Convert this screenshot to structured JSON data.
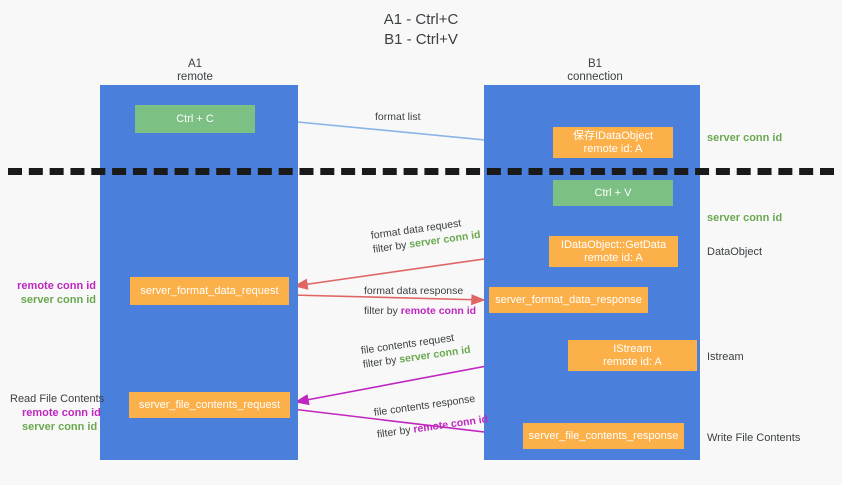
{
  "title": {
    "line1": "A1 - Ctrl+C",
    "line2": "B1 - Ctrl+V"
  },
  "lanes": [
    {
      "id": "a1",
      "name": "A1",
      "sub": "remote",
      "color": "#4a80dc"
    },
    {
      "id": "b1",
      "name": "B1",
      "sub": "connection",
      "color": "#4a80dc"
    }
  ],
  "colors": {
    "lane_blue": "#4a80dc",
    "node_green": "#7cc183",
    "node_orange": "#fbb04a",
    "server_conn_green": "#6aa84f",
    "remote_conn_purple": "#c026c0",
    "arrow_light_blue": "#8ab4e8",
    "arrow_red": "#e06666",
    "arrow_magenta": "#c026c0",
    "arrow_black": "#1a1a1a",
    "page_background": "#f8f8f8",
    "text_dark": "#3c4043"
  },
  "nodes": {
    "ctrl_c": {
      "label": "Ctrl + C",
      "color": "green",
      "lane": "a1"
    },
    "save_idataobject": {
      "label_line1": "保存IDataObject",
      "label_line2": "remote id: A",
      "color": "orange",
      "lane": "b1"
    },
    "ctrl_v": {
      "label": "Ctrl + V",
      "color": "green",
      "lane": "b1"
    },
    "getdata": {
      "label_line1": "IDataObject::GetData",
      "label_line2": "remote id: A",
      "color": "orange",
      "lane": "b1"
    },
    "format_data_request": {
      "label": "server_format_data_request",
      "color": "orange",
      "lane": "a1"
    },
    "format_data_response": {
      "label": "server_format_data_response",
      "color": "orange",
      "lane": "b1"
    },
    "istream": {
      "label_line1": "IStream",
      "label_line2": "remote id: A",
      "color": "orange",
      "lane": "b1"
    },
    "file_contents_request": {
      "label": "server_file_contents_request",
      "color": "orange",
      "lane": "a1"
    },
    "file_contents_response": {
      "label": "server_file_contents_response",
      "color": "orange",
      "lane": "b1"
    }
  },
  "edges": [
    {
      "id": "format-list",
      "label": "format list",
      "color": "#8ab4e8",
      "from": "ctrl_c",
      "to": "save_idataobject"
    },
    {
      "id": "format-data-request",
      "label_line1": "format data request",
      "label_prefix": "filter by ",
      "label_key": "server conn id",
      "key_color": "#6aa84f",
      "color": "#e06666",
      "from": "getdata",
      "to": "format_data_request"
    },
    {
      "id": "format-data-response",
      "label_line1": "format data response",
      "label_prefix": "filter by ",
      "label_key": "remote conn id",
      "key_color": "#c026c0",
      "color": "#e06666",
      "from": "format_data_request",
      "to": "format_data_response"
    },
    {
      "id": "file-contents-request",
      "label_line1": "file contents request",
      "label_prefix": "filter by ",
      "label_key": "server conn id",
      "key_color": "#6aa84f",
      "color": "#c026c0",
      "from": "istream",
      "to": "file_contents_request"
    },
    {
      "id": "file-contents-response",
      "label_line1": "file contents response",
      "label_prefix": "filter by ",
      "label_key": "remote conn id",
      "key_color": "#c026c0",
      "color": "#c026c0",
      "from": "file_contents_request",
      "to": "file_contents_response"
    },
    {
      "id": "ctrlv-to-getdata",
      "label": "",
      "color": "#1a1a1a",
      "from": "ctrl_v",
      "to": "getdata"
    },
    {
      "id": "getdata-to-istream",
      "label": "",
      "color": "#1a1a1a",
      "from": "getdata",
      "to": "istream"
    }
  ],
  "right_labels": [
    {
      "id": "server-conn-id-1",
      "text": "server conn id",
      "style": "green"
    },
    {
      "id": "server-conn-id-2",
      "text": "server conn id",
      "style": "green"
    },
    {
      "id": "dataobject",
      "text": "DataObject",
      "style": "black"
    },
    {
      "id": "istream",
      "text": "Istream",
      "style": "black"
    },
    {
      "id": "write-file-contents",
      "text": "Write File Contents",
      "style": "black"
    }
  ],
  "left_labels": {
    "group1": {
      "remote": "remote conn id",
      "server": "server conn id"
    },
    "group2": {
      "heading": "Read File Contents",
      "remote": "remote conn id",
      "server": "server conn id"
    }
  },
  "divider": {
    "style": "dashed",
    "color": "#1a1a1a"
  }
}
